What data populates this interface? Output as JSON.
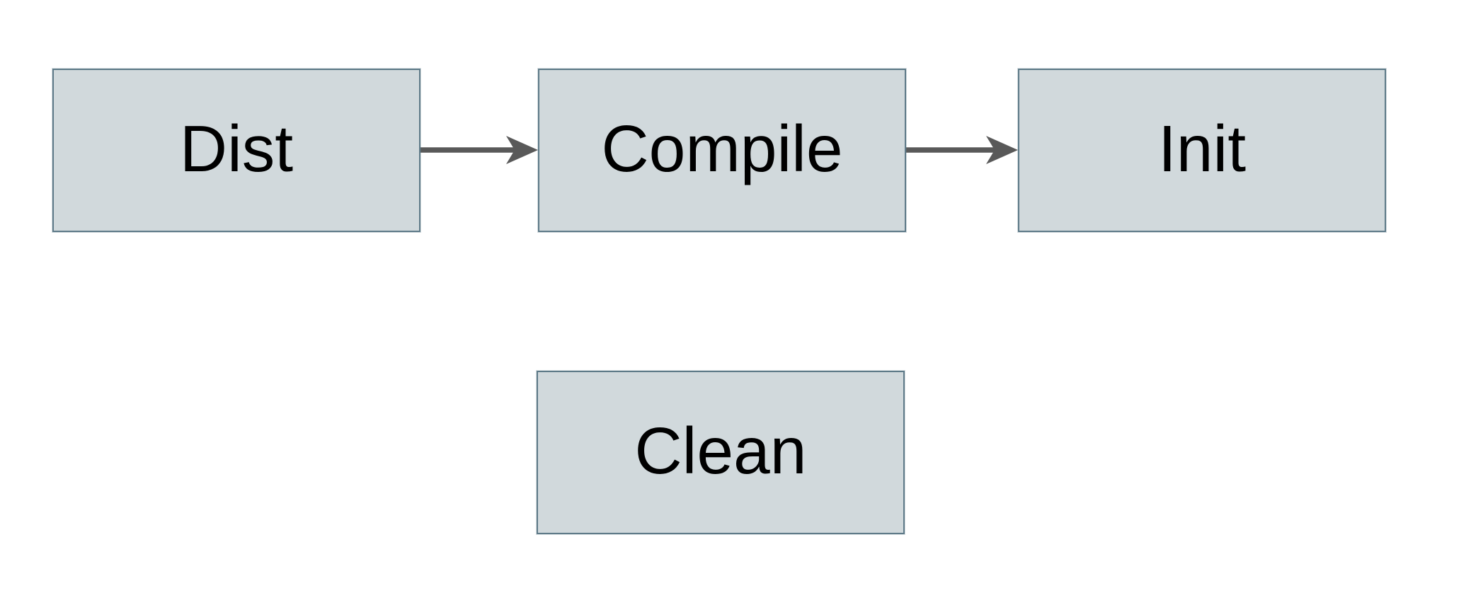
{
  "diagram": {
    "title": "build-targets-flow",
    "nodes": [
      {
        "id": "dist",
        "label": "Dist"
      },
      {
        "id": "compile",
        "label": "Compile"
      },
      {
        "id": "init",
        "label": "Init"
      },
      {
        "id": "clean",
        "label": "Clean"
      }
    ],
    "edges": [
      {
        "from": "dist",
        "to": "compile",
        "direction": "right"
      },
      {
        "from": "compile",
        "to": "init",
        "direction": "right"
      }
    ],
    "colors": {
      "background": "#ffffff",
      "node_fill": "#d1d9dc",
      "node_border": "#5e7a88",
      "arrow": "#595959",
      "text": "#000000"
    }
  }
}
